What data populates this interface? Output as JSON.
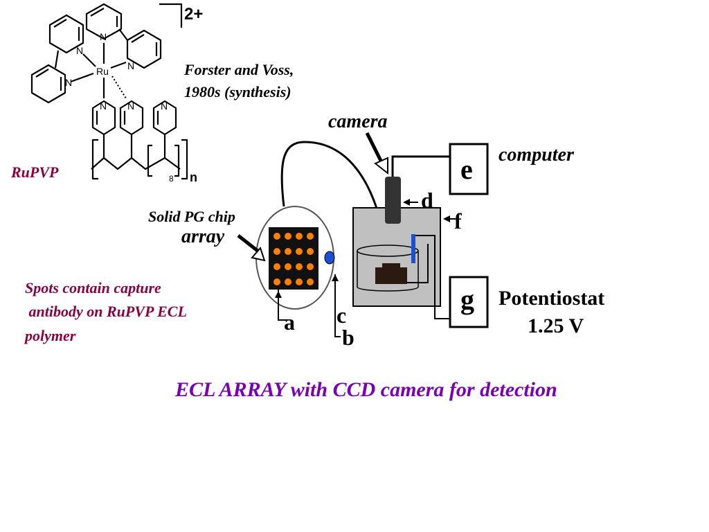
{
  "slide": {
    "title": "ECL ARRAY with CCD camera for detection",
    "molecule": {
      "name": "RuPVP",
      "charge": "2+",
      "metal": "Ru",
      "nitrogen": "N",
      "repeat_subscript": "8",
      "polymer_subscript": "n"
    },
    "citation": {
      "line1": "Forster and Voss,",
      "line2": "1980s (synthesis)"
    },
    "chip_label": {
      "line1": "Solid PG chip",
      "line2": "array"
    },
    "spots_note": {
      "line1": "Spots contain capture",
      "line2": " antibody on RuPVP ECL",
      "line3": "polymer"
    },
    "labels": {
      "camera": "camera",
      "computer": "computer",
      "potentiostat": "Potentiostat",
      "voltage": "1.25 V"
    },
    "setup_letters": {
      "a": "a",
      "b": "b",
      "c": "c",
      "d": "d",
      "e": "e",
      "f": "f",
      "g": "g"
    },
    "colors": {
      "accent_purple": "#7a00b4",
      "maroon": "#8b0040",
      "spot_orange": "#ff8000",
      "electrode_blue": "#1a4fd6",
      "box_gray": "#c0c0c0"
    }
  }
}
